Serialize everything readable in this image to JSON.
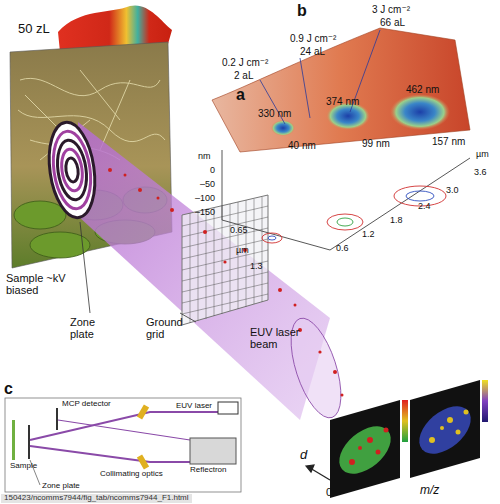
{
  "diagram": {
    "labels": [
      "a",
      "b",
      "c",
      "50 zL",
      "3 J cm⁻²",
      "66 aL",
      "0.9 J cm⁻²",
      "24 aL",
      "0.2 J cm⁻²",
      "2 aL",
      "462 nm",
      "374 nm",
      "330 nm",
      "157 nm",
      "99 nm",
      "40 nm",
      "nm",
      "0",
      "–50",
      "–100",
      "–150",
      "0.65",
      "µm",
      "1.3",
      "0.6",
      "1.2",
      "1.8",
      "2.4",
      "3.0",
      "3.6",
      "µm",
      "Sample ~kV biased",
      "Zone plate",
      "Ground grid",
      "EUV laser beam",
      "d",
      "0",
      "m/z",
      "MCP detector",
      "EUV laser",
      "Sample",
      "Collimating optics",
      "Reflectron",
      "Zone plate",
      "150423/ncomms7944/fig_tab/ncomms7944_F1.html"
    ]
  }
}
